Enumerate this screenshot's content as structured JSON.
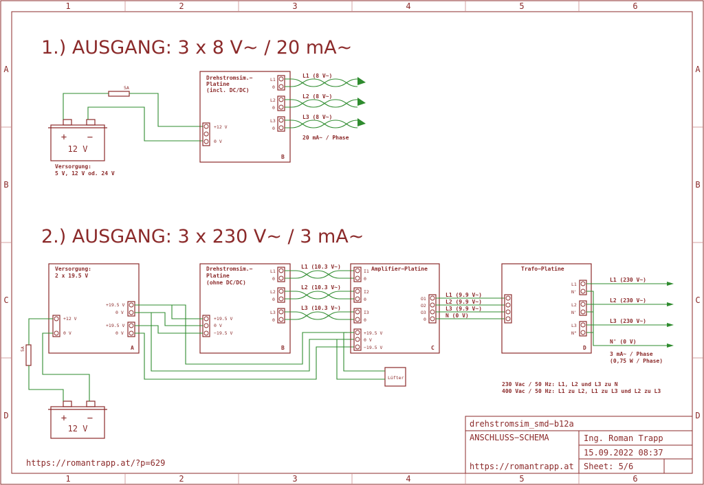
{
  "frame": {
    "columns": [
      "1",
      "2",
      "3",
      "4",
      "5",
      "6"
    ],
    "rows": [
      "A",
      "B",
      "C",
      "D"
    ]
  },
  "section1": {
    "title": "1.) AUSGANG: 3 x 8 V~ / 20 mA~",
    "battery_label": "12 V",
    "battery_plus": "+",
    "battery_minus": "−",
    "supply_line1": "Versorgung:",
    "supply_line2": "5 V, 12 V od. 24 V",
    "fuse": "5A",
    "board_title1": "Drehstromsim.−",
    "board_title2": "Platine",
    "board_title3": "(incl. DC/DC)",
    "board_letter": "B",
    "pin_12v": "+12 V",
    "pin_0v": "0 V",
    "outputs": [
      {
        "pin": "L1",
        "zero": "0",
        "label": "L1 (8 V~)"
      },
      {
        "pin": "L2",
        "zero": "0",
        "label": "L2 (8 V~)"
      },
      {
        "pin": "L3",
        "zero": "0",
        "label": "L3 (8 V~)"
      }
    ],
    "current_note": "20 mA~ / Phase"
  },
  "section2": {
    "title": "2.) AUSGANG: 3 x 230 V~ / 3 mA~",
    "psu": {
      "title1": "Versorgung:",
      "title2": "2 x 19.5 V",
      "letter": "A",
      "in_12v": "+12 V",
      "in_0v": "0 V",
      "out": [
        "+19.5 V",
        "0 V",
        "+19.5 V",
        "0 V"
      ]
    },
    "board": {
      "title1": "Drehstromsim.−",
      "title2": "Platine",
      "title3": "(ohne DC/DC)",
      "letter": "B",
      "pins": [
        "+19.5 V",
        "0 V",
        "−19.5 V"
      ],
      "outputs": [
        {
          "pin": "L1",
          "zero": "0",
          "label": "L1 (10.3 V~)"
        },
        {
          "pin": "L2",
          "zero": "0",
          "label": "L2 (10.3 V~)"
        },
        {
          "pin": "L3",
          "zero": "0",
          "label": "L3 (10.3 V~)"
        }
      ]
    },
    "amp": {
      "title": "Amplifier−Platine",
      "letter": "C",
      "inputs": [
        {
          "pin": "I1",
          "zero": "0"
        },
        {
          "pin": "I2",
          "zero": "0"
        },
        {
          "pin": "I3",
          "zero": "0"
        }
      ],
      "power": [
        "+19.5 V",
        "0 V",
        "−19.5 V"
      ],
      "outs": [
        "O1",
        "O2",
        "O3",
        "0"
      ],
      "out_labels": [
        "L1 (9.9 V~)",
        "L2 (9.9 V~)",
        "L3 (9.9 V~)",
        "N (0 V)"
      ]
    },
    "fan": "Lüfter",
    "trafo": {
      "title": "Trafo−Platine",
      "letter": "D",
      "pins": [
        [
          "L1",
          "N'"
        ],
        [
          "L2",
          "N'"
        ],
        [
          "L3",
          "N\""
        ]
      ],
      "out_labels": [
        "L1 (230 V~)",
        "L2 (230 V~)",
        "L3 (230 V~)",
        "N' (0 V)"
      ],
      "note1": "3 mA~ / Phase",
      "note2": "(0,75 W / Phase)"
    },
    "fuse": "5A",
    "battery_label": "12 V",
    "battery_plus": "+",
    "battery_minus": "−",
    "voltage_note1": "230 Vac / 50 Hz: L1, L2 und L3 zu N",
    "voltage_note2": "400 Vac / 50 Hz: L1 zu L2, L1 zu L3 und L2 zu L3"
  },
  "title_block": {
    "filename": "drehstromsim_smd−b12a",
    "sheet_title": "ANSCHLUSS−SCHEMA",
    "author": "Ing. Roman Trapp",
    "date": "15.09.2022 08:37",
    "website": "https://romantrapp.at",
    "sheet": "Sheet:  5/6"
  },
  "footer_url": "https://romantrapp.at/?p=629"
}
